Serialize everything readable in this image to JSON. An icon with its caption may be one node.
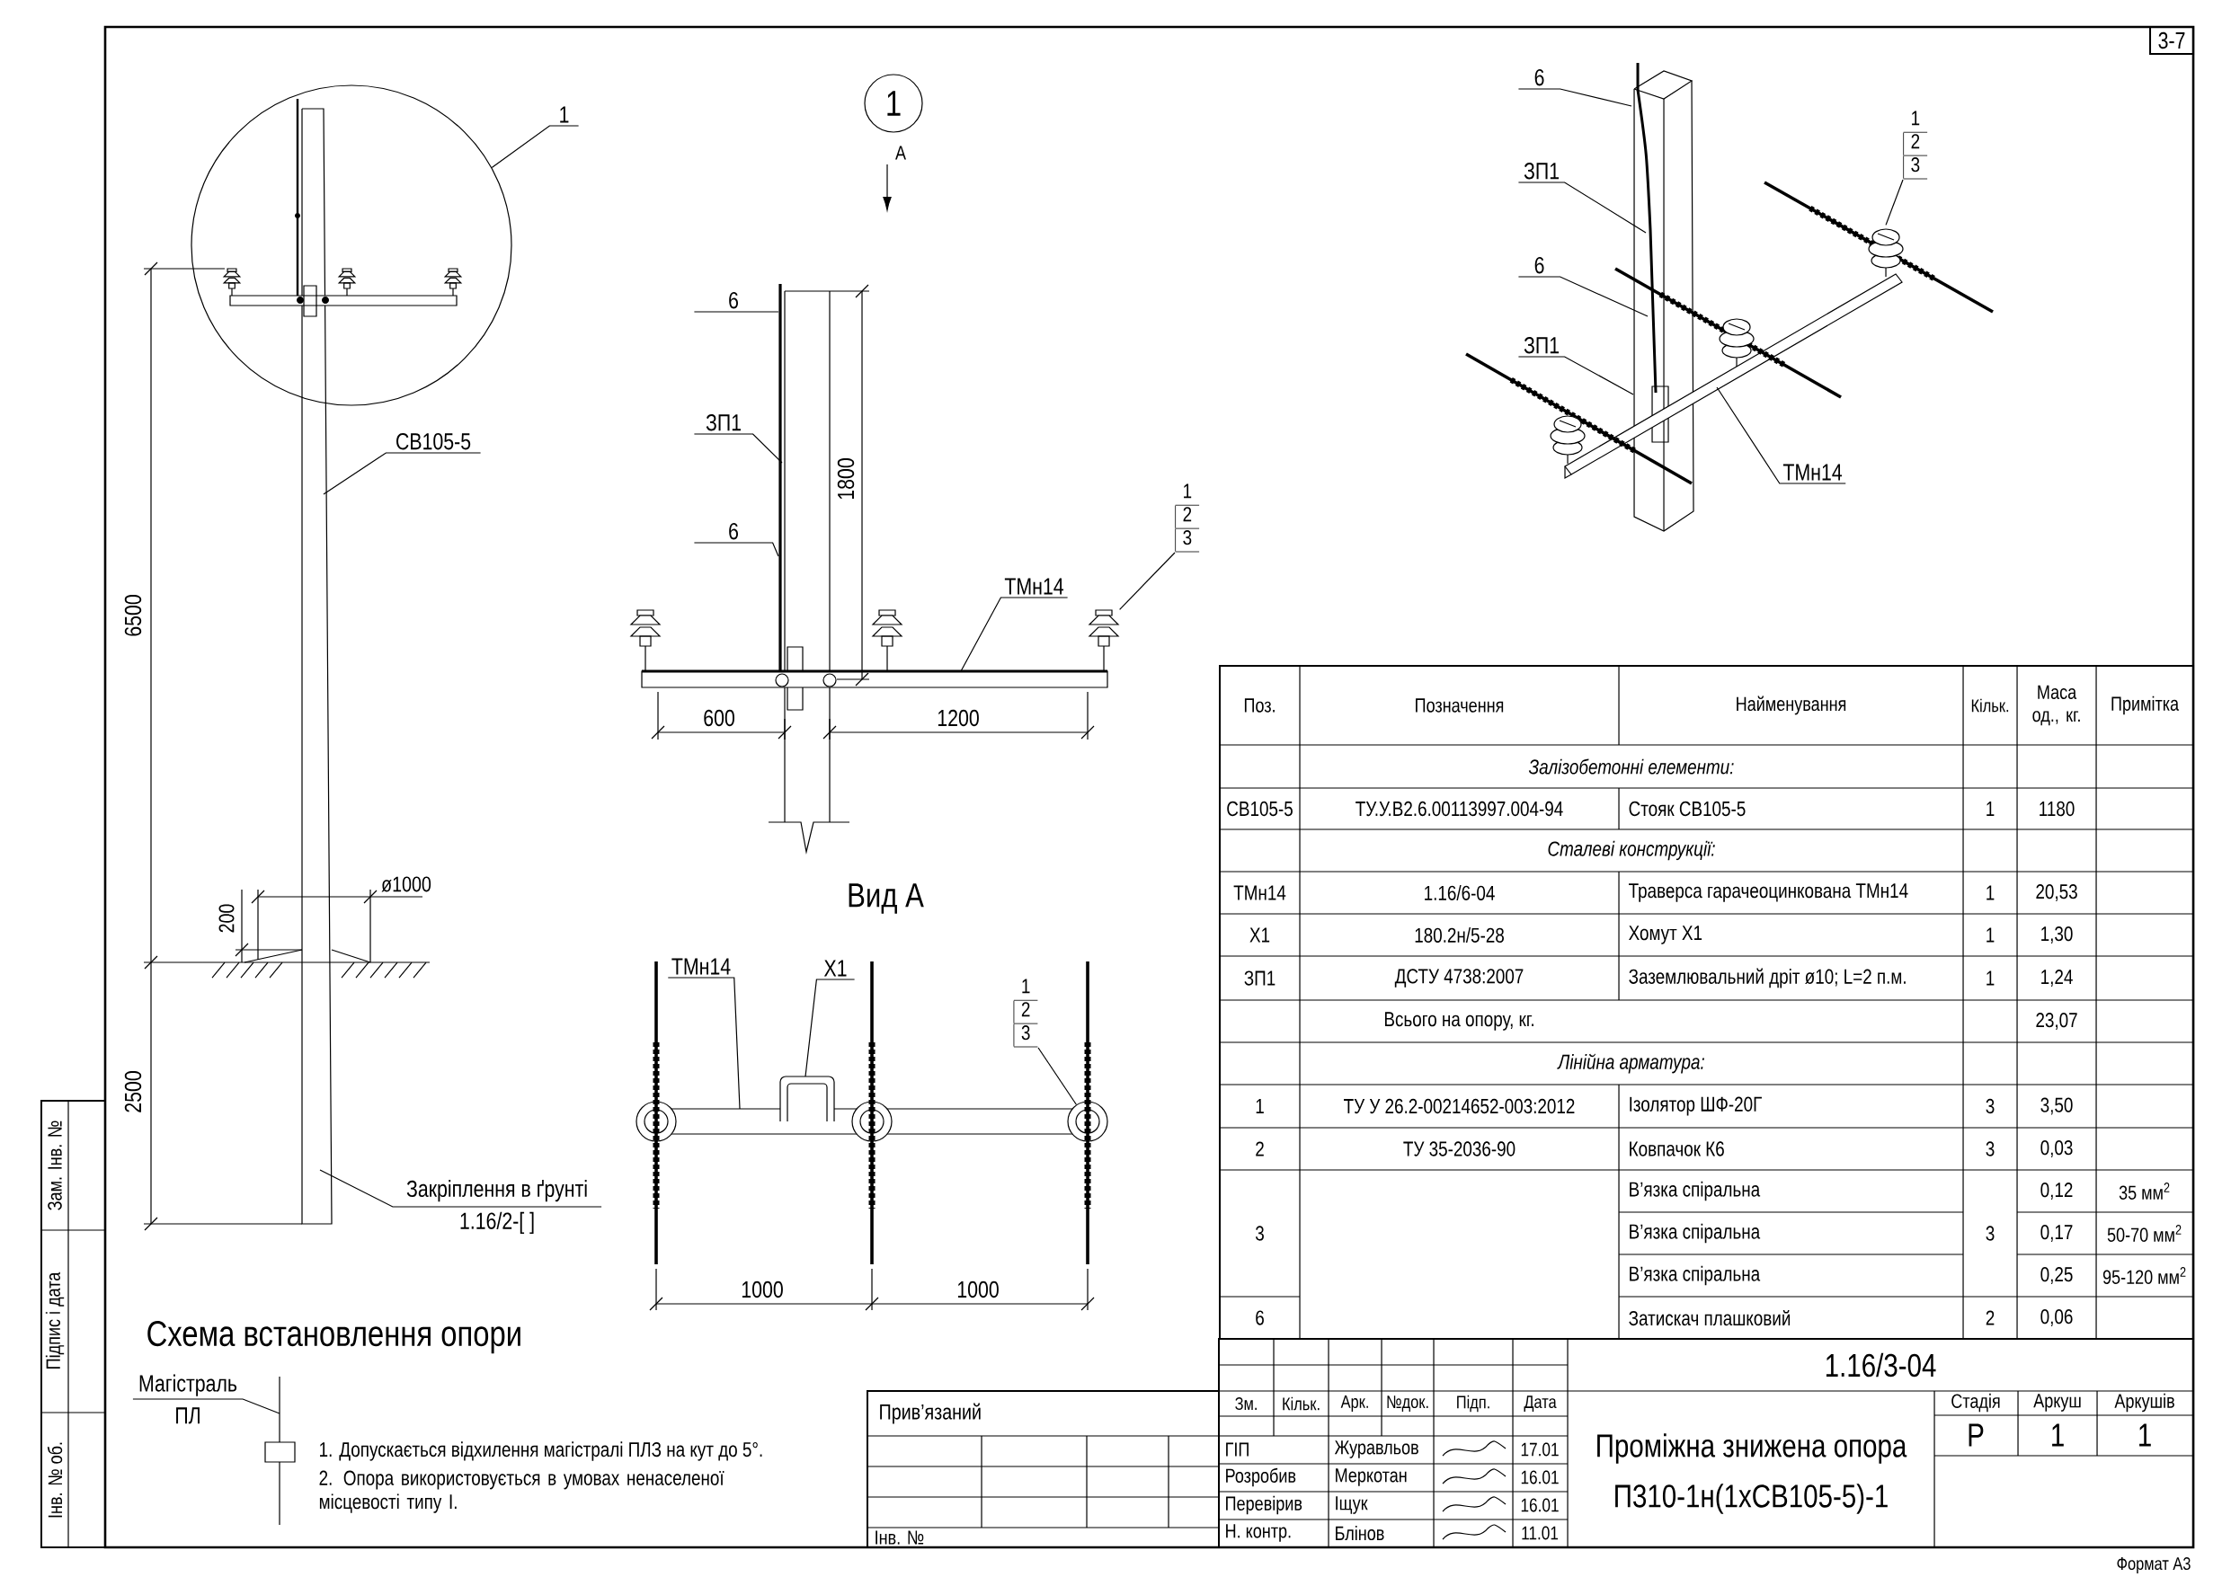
{
  "diagram": {
    "nodes": [
      {
        "text": [],
        "shape": "circle"
      },
      {
        "text": [
          "1"
        ]
      },
      {
        "text": [
          "СВ105-5"
        ]
      },
      {
        "text": [
          "Закріплення в ґрунті",
          "1.16/2-[ ]"
        ]
      },
      {
        "text": [
          "1"
        ]
      },
      {
        "text": [
          "6"
        ]
      },
      {
        "text": [
          "ЗП1"
        ]
      },
      {
        "text": [
          "6"
        ]
      },
      {
        "text": [
          "1",
          "2",
          "3"
        ]
      },
      {
        "text": [
          "ТМн14"
        ]
      },
      {
        "text": [
          "ТМн14"
        ]
      },
      {
        "text": [
          "Х1"
        ]
      },
      {
        "text": [
          "1",
          "2",
          "3"
        ]
      },
      {
        "text": [
          "6"
        ]
      },
      {
        "text": [
          "ЗП1"
        ]
      },
      {
        "text": [
          "6"
        ]
      },
      {
        "text": [
          "ЗП1"
        ]
      },
      {
        "text": [
          "1",
          "2",
          "3"
        ]
      },
      {
        "text": [
          "ТМн14"
        ]
      },
      {
        "text": [
          "Магістраль",
          "ПЛ"
        ]
      },
      {
        "text": [],
        "shape": "picture"
      },
      {
        "text": [],
        "shape": "circle"
      },
      {
        "text": [],
        "shape": "picture"
      }
    ],
    "edges": [
      {
        "from": 1,
        "to": 0,
        "arrow": "none"
      },
      {
        "from": 2,
        "to": null,
        "arrow": "none"
      },
      {
        "from": 3,
        "to": null,
        "arrow": "none"
      },
      {
        "from": 5,
        "to": null,
        "arrow": "none"
      },
      {
        "from": 6,
        "to": null,
        "arrow": "none"
      },
      {
        "from": 7,
        "to": null,
        "arrow": "none"
      },
      {
        "from": 8,
        "to": 20,
        "arrow": "none"
      },
      {
        "from": 9,
        "to": null,
        "arrow": "none"
      },
      {
        "from": 10,
        "to": null,
        "arrow": "none"
      },
      {
        "from": 11,
        "to": null,
        "arrow": "none"
      },
      {
        "from": 12,
        "to": 21,
        "arrow": "none"
      },
      {
        "from": 13,
        "to": null,
        "arrow": "none"
      },
      {
        "from": 14,
        "to": null,
        "arrow": "none"
      },
      {
        "from": 15,
        "to": null,
        "arrow": "none"
      },
      {
        "from": 16,
        "to": null,
        "arrow": "none"
      },
      {
        "from": 17,
        "to": 22,
        "arrow": "none"
      },
      {
        "from": 18,
        "to": null,
        "arrow": "none"
      },
      {
        "from": 19,
        "to": null,
        "arrow": "none"
      }
    ],
    "labels": [
      "3-7",
      "6500",
      "2500",
      "200",
      "ø1000",
      "А",
      "1800",
      "600",
      "1200",
      "Вид А",
      "1000",
      "1000",
      "Поз.",
      "Позначення",
      "Найменування",
      "Кільк.",
      "Маса од., кг.",
      "Примітка",
      "Залізобетонні елементи:",
      "СВ105-5",
      "ТУ.У.В2.6.00113997.004-94",
      "Стояк СВ105-5",
      "1",
      "1180",
      "Сталеві конструкції:",
      "ТМн14",
      "1.16/6-04",
      "Траверса гарачеоцинкована ТМн14",
      "1",
      "20,53",
      "Х1",
      "180.2н/5-28",
      "Хомут Х1",
      "1",
      "1,30",
      "ЗП1",
      "ДСТУ 4738:2007",
      "Заземлювальний дріт ø10; L=2 п.м.",
      "1",
      "1,24",
      "Всього на опору, кг.",
      "23,07",
      "Лінійна арматура:",
      "1",
      "ТУ У 26.2-00214652-003:2012",
      "Ізолятор ШФ-20Г",
      "3",
      "3,50",
      "2",
      "ТУ 35-2036-90",
      "Ковпачок К6",
      "3",
      "0,03",
      "3",
      "В’язка спіральна",
      "3",
      "0,12",
      "35 мм$^{2}$",
      "В’язка спіральна",
      "0,17",
      "50-70 мм$^{2}$",
      "В’язка спіральна",
      "0,25",
      "95-120 мм$^{2}$",
      "6",
      "Затискач плашковий",
      "2",
      "0,06",
      "1.16/3-04",
      "Прив’язаний",
      "Інв. №",
      "Зм.",
      "Кільк.",
      "Арк.",
      "№док.",
      "Підп.",
      "Дата",
      "ГІП",
      "Журавльов",
      "17.01",
      "Розробив",
      "Меркотан",
      "16.01",
      "Перевірив",
      "Іщук",
      "16.01",
      "Н. контр.",
      "Блінов",
      "11.01",
      "Проміжна знижена опора",
      "П310-1н(1хСВ105-5)-1",
      "Стадія",
      "Аркуш",
      "Аркушів",
      "Р",
      "1",
      "1",
      "Схема встановлення опори",
      "1. Допускається відхилення магістралі ПЛЗ на кут до 5°.",
      "2. Опора використовується в умовах ненаселеної місцевості типу І.",
      "Зам. Інв. №",
      "Підпис і дата",
      "Інв. № об.",
      "Формат А3"
    ]
  }
}
